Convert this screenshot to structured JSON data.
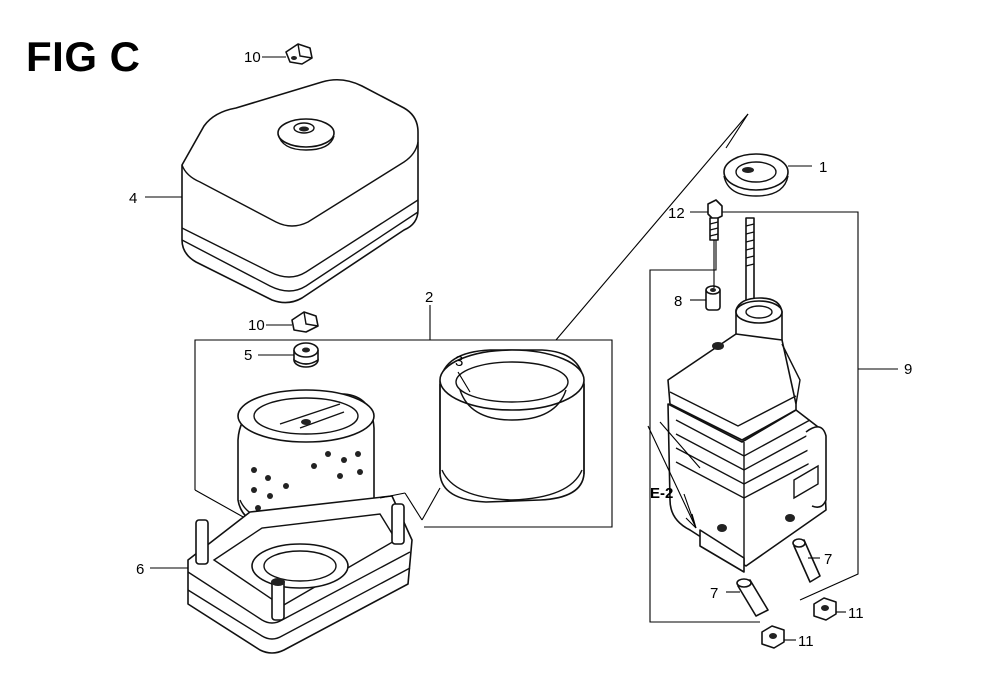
{
  "figure": {
    "title": "FIG C"
  },
  "callouts": {
    "c1": "1",
    "c2": "2",
    "c3": "3",
    "c4": "4",
    "c5": "5",
    "c6": "6",
    "c7a": "7",
    "c7b": "7",
    "c8": "8",
    "c9": "9",
    "c10a": "10",
    "c10b": "10",
    "c11a": "11",
    "c11b": "11",
    "c12": "12",
    "ref": "E-2"
  }
}
